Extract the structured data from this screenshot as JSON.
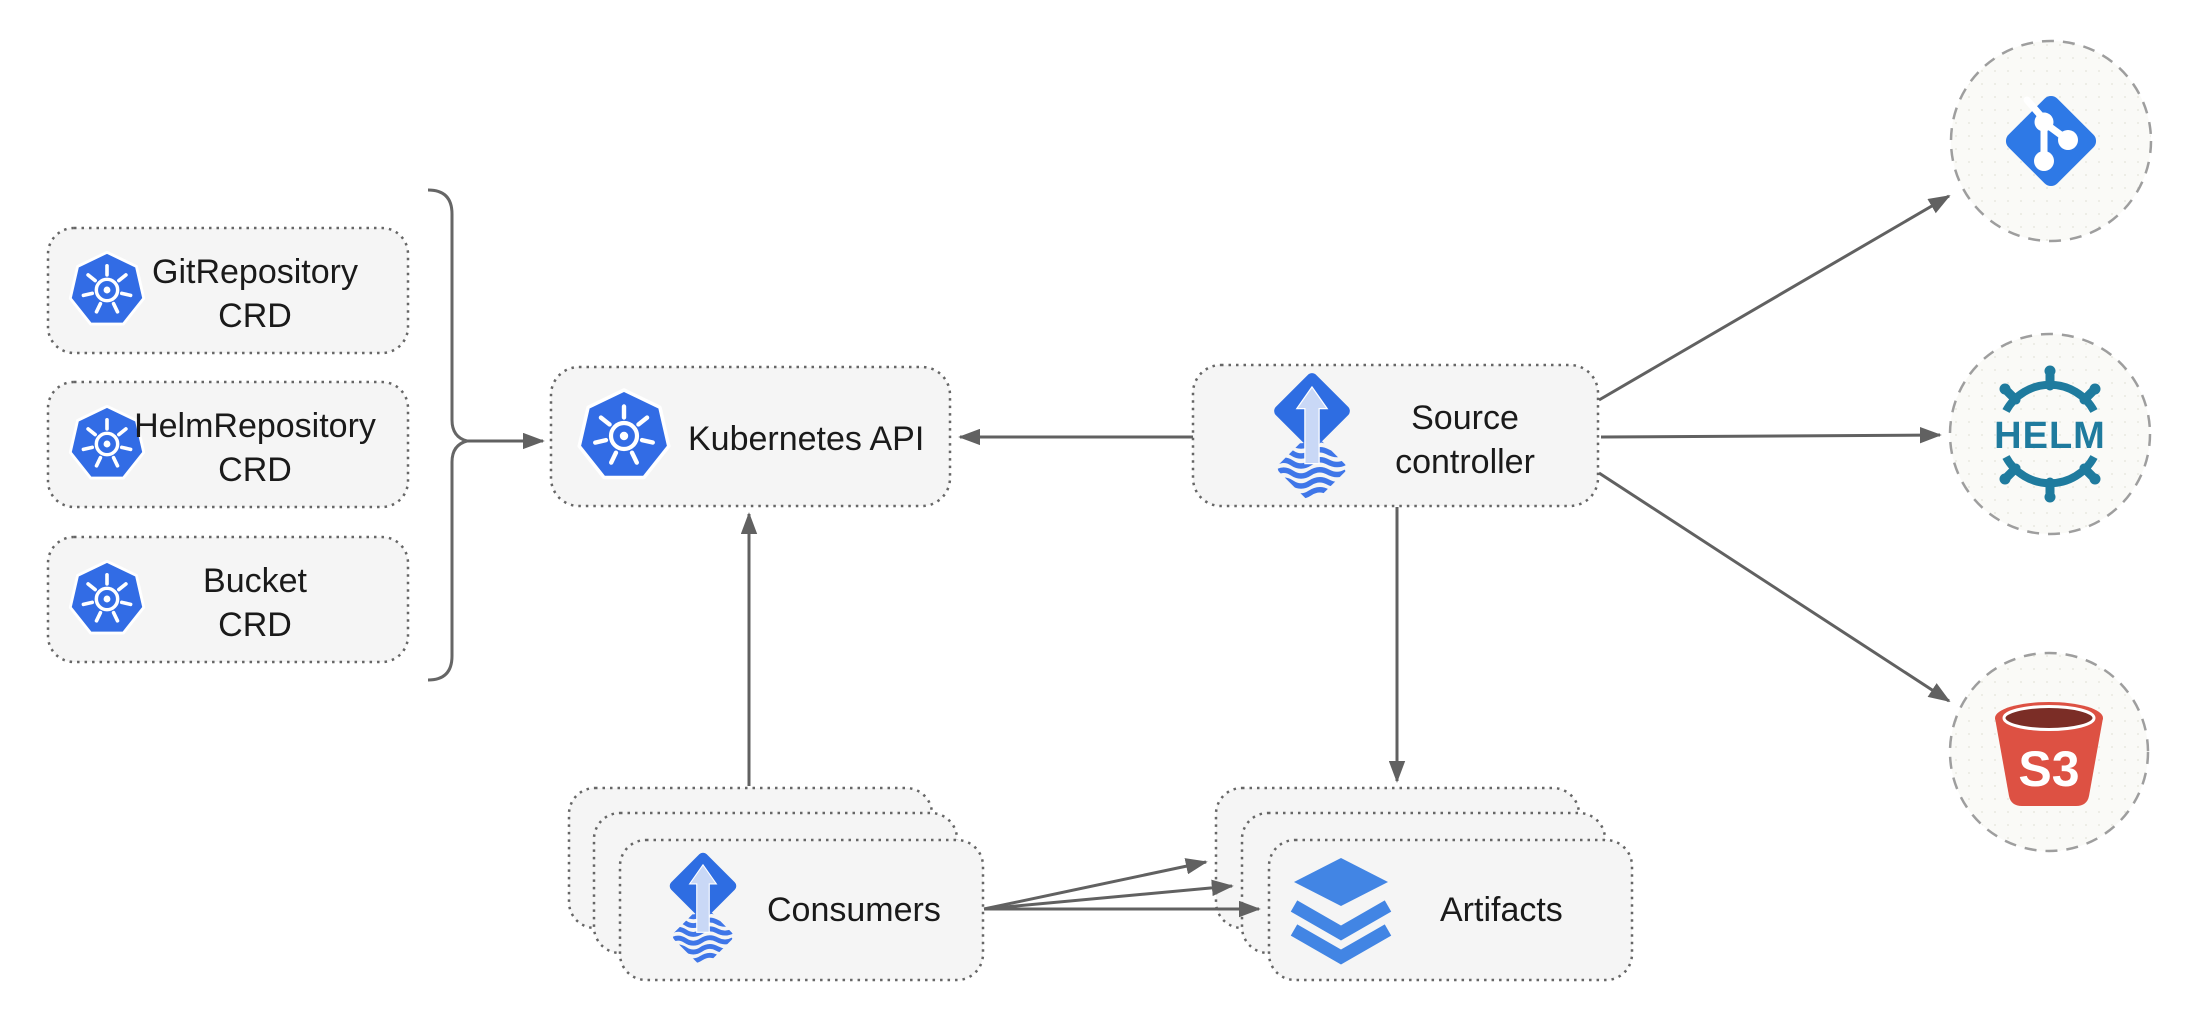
{
  "diagram": {
    "crd_nodes": [
      {
        "id": "gitrepository-crd",
        "line1": "GitRepository",
        "line2": "CRD",
        "icon": "kubernetes-icon"
      },
      {
        "id": "helmrepository-crd",
        "line1": "HelmRepository",
        "line2": "CRD",
        "icon": "kubernetes-icon"
      },
      {
        "id": "bucket-crd",
        "line1": "Bucket",
        "line2": "CRD",
        "icon": "kubernetes-icon"
      }
    ],
    "kubernetes_api": {
      "label": "Kubernetes API",
      "icon": "kubernetes-icon"
    },
    "source_controller": {
      "line1": "Source",
      "line2": "controller",
      "icon": "flux-icon"
    },
    "consumers": {
      "label": "Consumers",
      "icon": "flux-icon",
      "stack_count": 3
    },
    "artifacts": {
      "label": "Artifacts",
      "icon": "layers-icon",
      "stack_count": 3
    },
    "externals": [
      {
        "id": "git",
        "icon": "git-icon",
        "label": ""
      },
      {
        "id": "helm",
        "icon": "helm-icon",
        "label": "HELM"
      },
      {
        "id": "s3",
        "icon": "s3-bucket-icon",
        "label": "S3"
      }
    ],
    "colors": {
      "kubernetes_blue": "#326CE5",
      "flux_blue": "#2E6DE2",
      "flux_arrow_light": "#C9D8F6",
      "layers_blue": "#4285E4",
      "git_blue": "#2E79E6",
      "helm_teal": "#1F7B9E",
      "s3_red": "#DD5143",
      "s3_dark_opening": "#7B2D26",
      "node_fill": "#F5F5F5",
      "node_border": "#666666",
      "arrow_gray": "#616161",
      "circle_border": "#9E9E9E",
      "text_color": "#1A1A1A"
    }
  }
}
